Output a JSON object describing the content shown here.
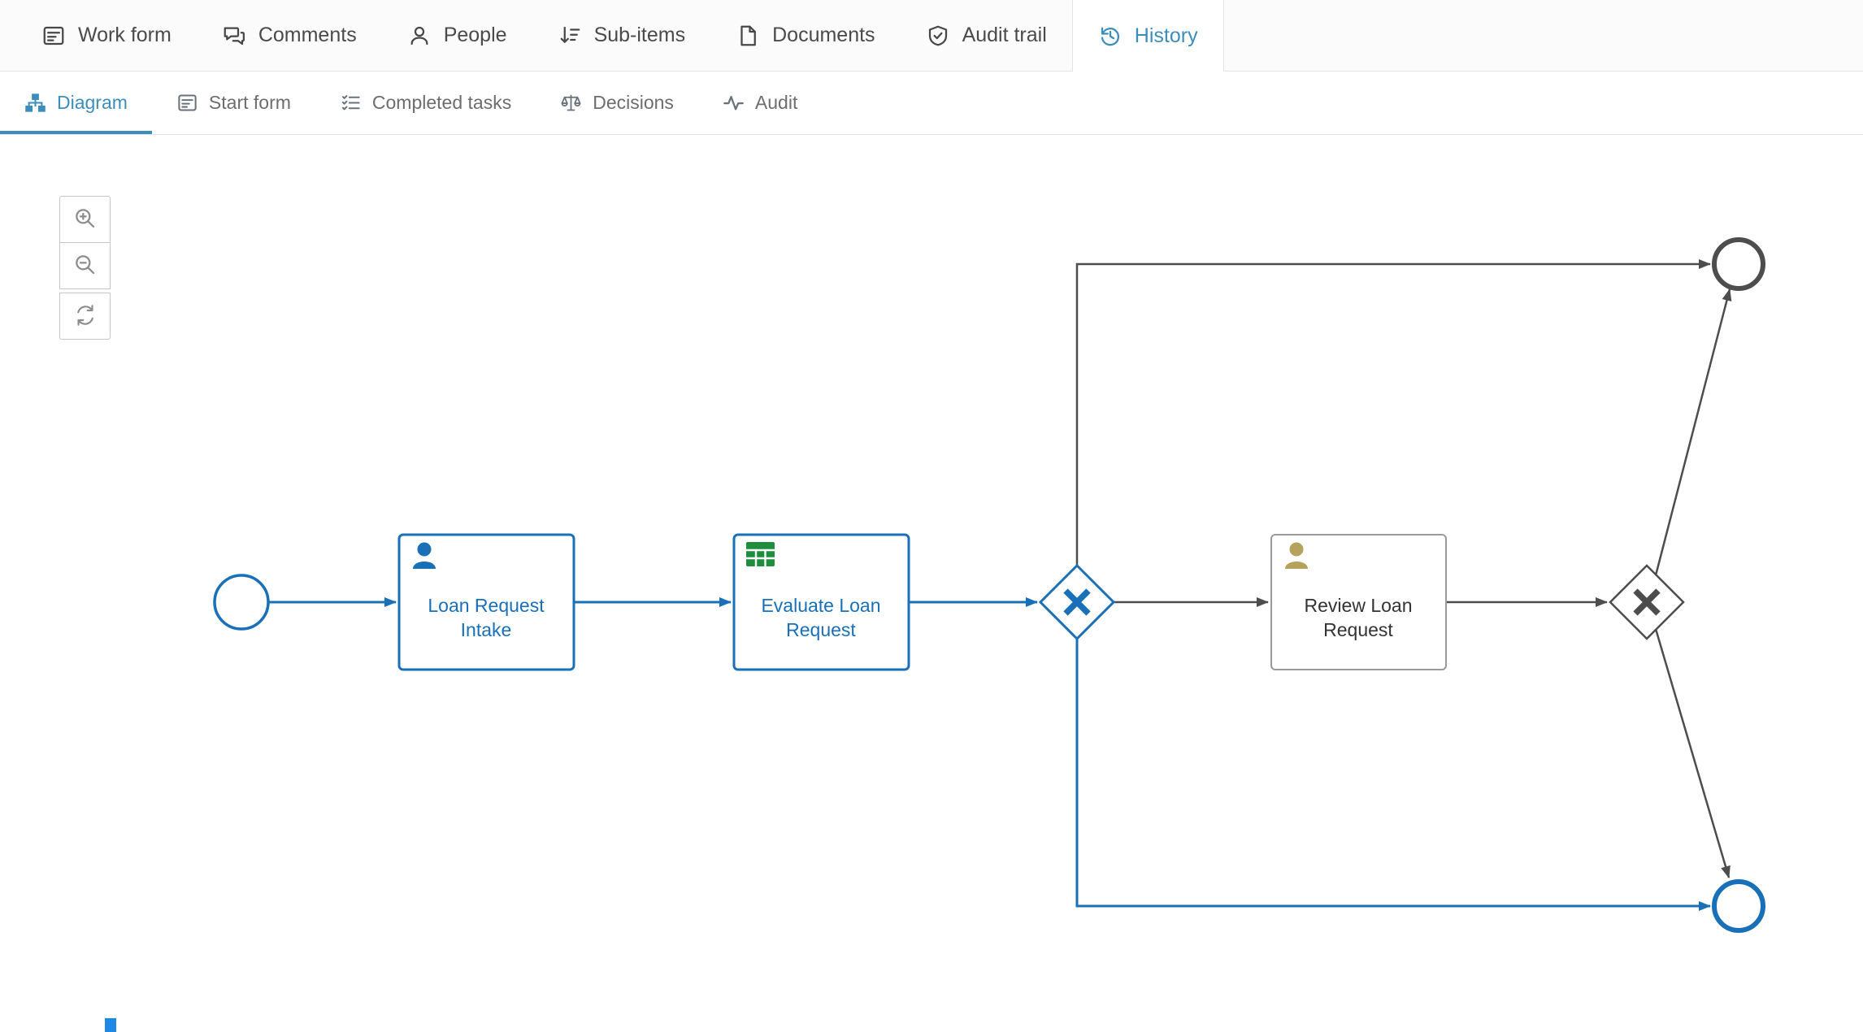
{
  "colors": {
    "accent_teal": "#3c8dbc",
    "bpmn_active_blue": "#1a70b8",
    "bpmn_inactive_gray": "#4d4d4d",
    "task_border_gray": "#9a9a9a",
    "table_icon_green": "#1e8e3e",
    "user_icon_khaki": "#b5a35d",
    "scrollbar_blue": "#1e88e5"
  },
  "icons": {
    "primary_tabs": [
      "form-icon",
      "comments-icon",
      "person-icon",
      "sort-down-icon",
      "document-icon",
      "shield-check-icon",
      "history-icon"
    ],
    "secondary_tabs": [
      "sitemap-icon",
      "form-icon",
      "checklist-icon",
      "scales-icon",
      "pulse-icon"
    ],
    "zoom_controls": [
      "zoom-in-icon",
      "zoom-out-icon",
      "refresh-icon"
    ],
    "task_icons": [
      "user-icon",
      "table-icon",
      "user-icon"
    ]
  },
  "tabs": {
    "primary": [
      {
        "label": "Work form",
        "active": false
      },
      {
        "label": "Comments",
        "active": false
      },
      {
        "label": "People",
        "active": false
      },
      {
        "label": "Sub-items",
        "active": false
      },
      {
        "label": "Documents",
        "active": false
      },
      {
        "label": "Audit trail",
        "active": false
      },
      {
        "label": "History",
        "active": true
      }
    ],
    "secondary": [
      {
        "label": "Diagram",
        "active": true
      },
      {
        "label": "Start form",
        "active": false
      },
      {
        "label": "Completed tasks",
        "active": false
      },
      {
        "label": "Decisions",
        "active": false
      },
      {
        "label": "Audit",
        "active": false
      }
    ]
  },
  "diagram": {
    "tasks": [
      {
        "line1": "Loan Request",
        "line2": "Intake",
        "type": "user-task",
        "state": "completed"
      },
      {
        "line1": "Evaluate Loan",
        "line2": "Request",
        "type": "business-rule-task",
        "state": "completed"
      },
      {
        "line1": "Review Loan",
        "line2": "Request",
        "type": "user-task",
        "state": "pending"
      }
    ],
    "events": [
      {
        "id": "start",
        "type": "start-event",
        "state": "completed"
      },
      {
        "id": "end-top",
        "type": "end-event",
        "state": "pending"
      },
      {
        "id": "end-bottom",
        "type": "end-event",
        "state": "completed"
      }
    ],
    "gateways": [
      {
        "id": "gateway-1",
        "type": "exclusive",
        "state": "completed"
      },
      {
        "id": "gateway-2",
        "type": "exclusive",
        "state": "pending"
      }
    ]
  }
}
